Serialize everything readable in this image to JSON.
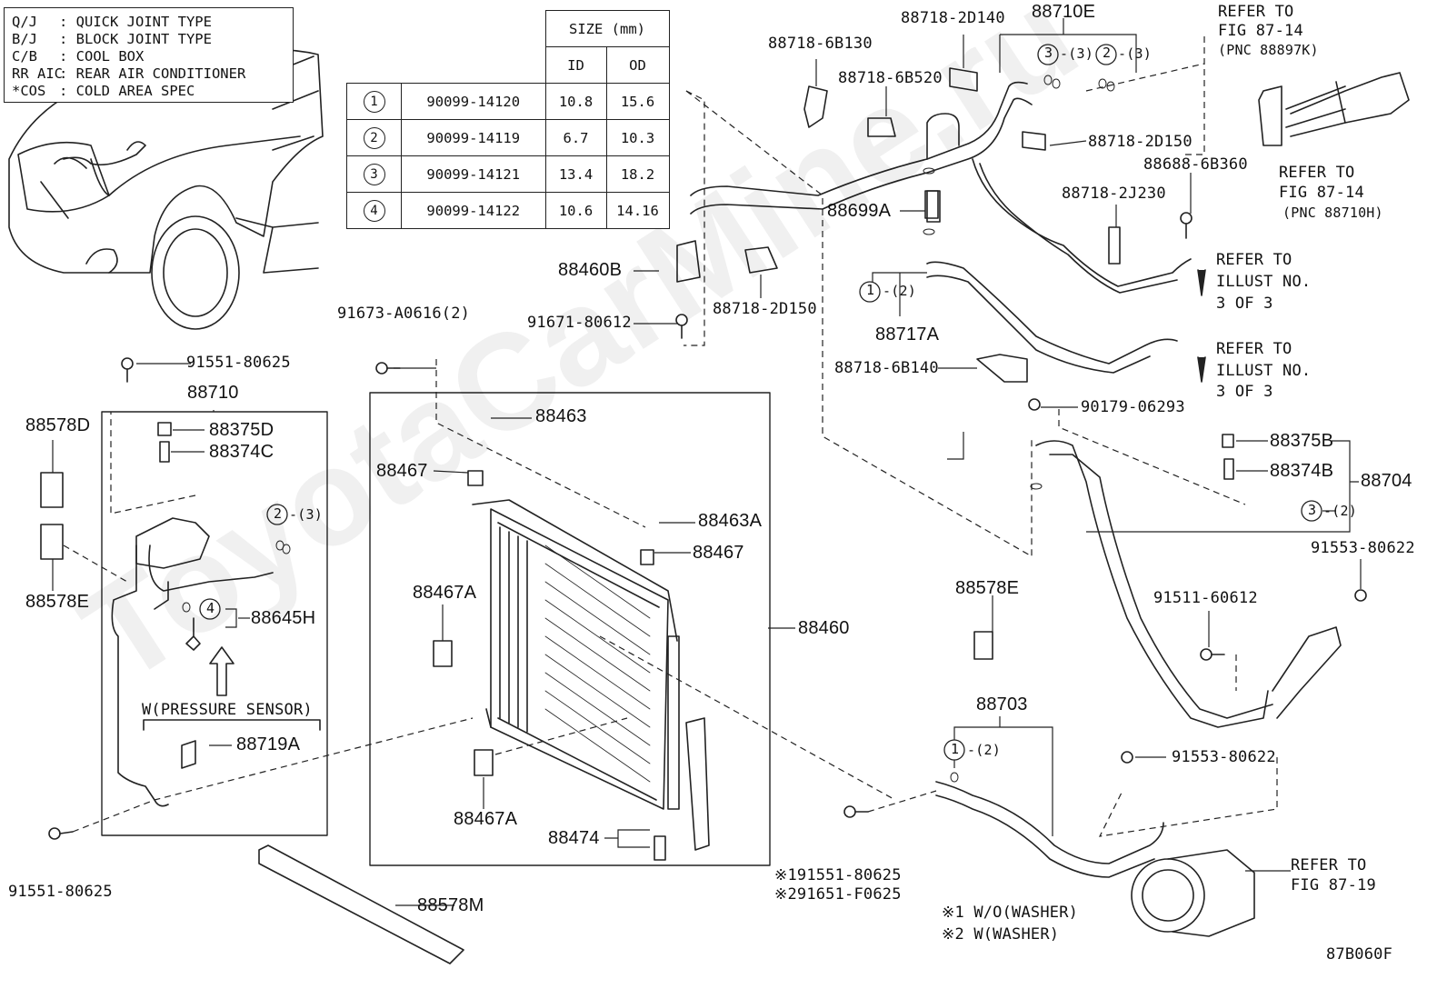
{
  "legend": [
    {
      "abbr": "Q/J",
      "desc": ": QUICK JOINT TYPE"
    },
    {
      "abbr": "B/J",
      "desc": ": BLOCK JOINT TYPE"
    },
    {
      "abbr": "C/B",
      "desc": ": COOL BOX"
    },
    {
      "abbr": "RR AIC",
      "desc": ": REAR AIR CONDITIONER"
    },
    {
      "abbr": "*COS",
      "desc": ": COLD AREA SPEC"
    }
  ],
  "size_table": {
    "header": "SIZE (mm)",
    "col_id": "ID",
    "col_od": "OD",
    "rows": [
      {
        "no": "1",
        "part": "90099-14120",
        "id": "10.8",
        "od": "15.6"
      },
      {
        "no": "2",
        "part": "90099-14119",
        "id": "6.7",
        "od": "10.3"
      },
      {
        "no": "3",
        "part": "90099-14121",
        "id": "13.4",
        "od": "18.2"
      },
      {
        "no": "4",
        "part": "90099-14122",
        "id": "10.6",
        "od": "14.16"
      }
    ]
  },
  "labels": {
    "p88710E": "88710E",
    "p88718_2D140": "88718-2D140",
    "p88718_6B130": "88718-6B130",
    "p88718_6B520": "88718-6B520",
    "o3_3": "-(3)",
    "o2_3": "-(3)",
    "c3": "3",
    "c2": "2",
    "refer1_a": "REFER TO",
    "refer1_b": "FIG 87-14",
    "refer1_c": "(PNC 88897K)",
    "p88718_2D150a": "88718-2D150",
    "p88688_6B360": "88688-6B360",
    "refer2_a": "REFER TO",
    "refer2_b": "FIG 87-14",
    "refer2_c": "(PNC 88710H)",
    "p88718_2J230": "88718-2J230",
    "p88699A": "88699A",
    "refer3_a": "REFER TO",
    "refer3_b": "ILLUST NO.",
    "refer3_c": "3 OF 3",
    "p88460B": "88460B",
    "p88718_2D150b": "88718-2D150",
    "c1a": "1",
    "o1_2a": "-(2)",
    "p88717A": "88717A",
    "p91673": "91673-A0616(2)",
    "p91671": "91671-80612",
    "p88718_6B140": "88718-6B140",
    "refer4_a": "REFER TO",
    "refer4_b": "ILLUST NO.",
    "refer4_c": "3 OF 3",
    "p91551a": "91551-80625",
    "p88710": "88710",
    "p88578D": "88578D",
    "p88375D": "88375D",
    "p88374C": "88374C",
    "p88463": "88463",
    "p90179": "90179-06293",
    "p88375B": "88375B",
    "p88374B": "88374B",
    "p88704": "88704",
    "p88467a": "88467",
    "c2b": "2",
    "o2_3b": "-(3)",
    "p88578E_a": "88578E",
    "c4": "4",
    "p88645H": "88645H",
    "p88463A": "88463A",
    "p88467b": "88467",
    "c3b": "3",
    "o3_2": "-(2)",
    "p91553a": "91553-80622",
    "p88467A_a": "88467A",
    "p88460": "88460",
    "p88578E_b": "88578E",
    "p91511": "91511-60612",
    "w_pressure": "W(PRESSURE SENSOR)",
    "p88719A": "88719A",
    "p88703": "88703",
    "c1b": "1",
    "o1_2b": "-(2)",
    "p91553b": "91553-80622",
    "p88467A_b": "88467A",
    "p88474": "88474",
    "p91551b": "91551-80625",
    "p88578M": "88578M",
    "note_1": "※191551-80625",
    "note_2": "※291651-F0625",
    "wash_1": "※1 W/O(WASHER)",
    "wash_2": "※2 W(WASHER)",
    "refer5_a": "REFER TO",
    "refer5_b": "FIG 87-19",
    "fig_code": "87B060F"
  },
  "watermark": "ToyotaCarMine.ru"
}
